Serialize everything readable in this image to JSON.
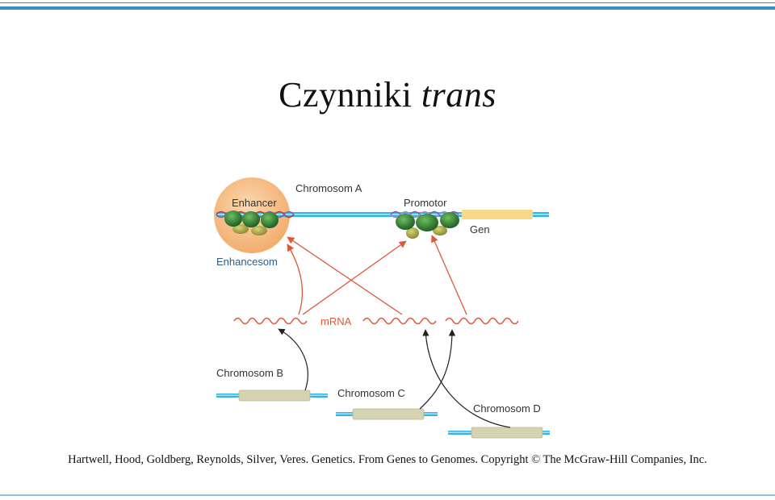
{
  "slide": {
    "title_plain": "Czynniki ",
    "title_italic": "trans",
    "credit": "Hartwell, Hood, Goldberg, Reynolds, Silver, Veres. Genetics. From Genes to Genomes. Copyright © The McGraw-Hill Companies, Inc."
  },
  "diagram": {
    "chromosome_a": "Chromosom A",
    "enhancer": "Enhancer",
    "enhancesom": "Enhancesom",
    "promotor": "Promotor",
    "gene": "Gen",
    "mrna": "mRNA",
    "chromosome_b": "Chromosom B",
    "chromosome_c": "Chromosom C",
    "chromosome_d": "Chromosom D"
  },
  "colors": {
    "rule_blue": "#3a8fc7",
    "dna_blue": "#33b4e6",
    "mrna_red": "#e0573a",
    "enhancer_orange": "#f7c08c",
    "protein_green": "#2e7d32",
    "protein_olive": "#a0a04a",
    "gene_yellow": "#f7d98a",
    "gene_tan": "#d6d3b2"
  }
}
